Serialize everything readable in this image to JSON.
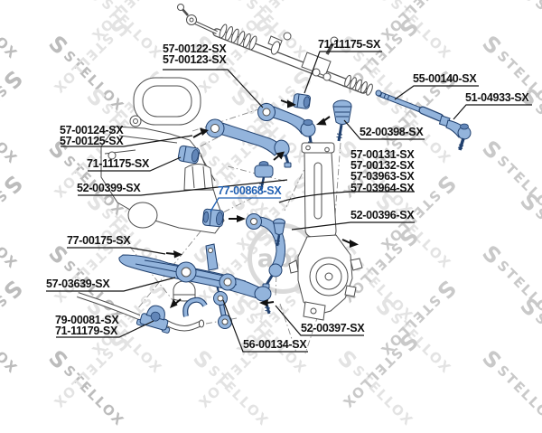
{
  "watermark": {
    "brand": "STELLOX",
    "logo_letter": "S",
    "center_stamp": "abc"
  },
  "colors": {
    "part_fill": "#93b4dc",
    "part_stroke": "#20406e",
    "link_blue": "#1f5fb2",
    "watermark_gray": "#d9d9d9"
  },
  "labels": {
    "l1": {
      "lines": [
        "57-00122-SX",
        "57-00123-SX"
      ]
    },
    "l2": {
      "lines": [
        "71-11175-SX"
      ]
    },
    "l3": {
      "lines": [
        "55-00140-SX"
      ]
    },
    "l4": {
      "lines": [
        "51-04933-SX"
      ]
    },
    "l5": {
      "lines": [
        "52-00398-SX"
      ]
    },
    "l6": {
      "lines": [
        "57-00124-SX",
        "57-00125-SX"
      ]
    },
    "l7": {
      "lines": [
        "71-11175-SX"
      ]
    },
    "l8": {
      "lines": [
        "52-00399-SX"
      ]
    },
    "l9": {
      "lines": [
        "77-00868-SX"
      ],
      "highlighted": true
    },
    "l10": {
      "lines": [
        "57-00131-SX",
        "57-00132-SX",
        "57-03963-SX",
        "57-03964-SX"
      ]
    },
    "l11": {
      "lines": [
        "52-00396-SX"
      ]
    },
    "l12": {
      "lines": [
        "77-00175-SX"
      ]
    },
    "l13": {
      "lines": [
        "57-03639-SX"
      ]
    },
    "l14": {
      "lines": [
        "79-00081-SX",
        "71-11179-SX"
      ]
    },
    "l15": {
      "lines": [
        "56-00134-SX"
      ]
    },
    "l16": {
      "lines": [
        "52-00397-SX"
      ]
    }
  }
}
